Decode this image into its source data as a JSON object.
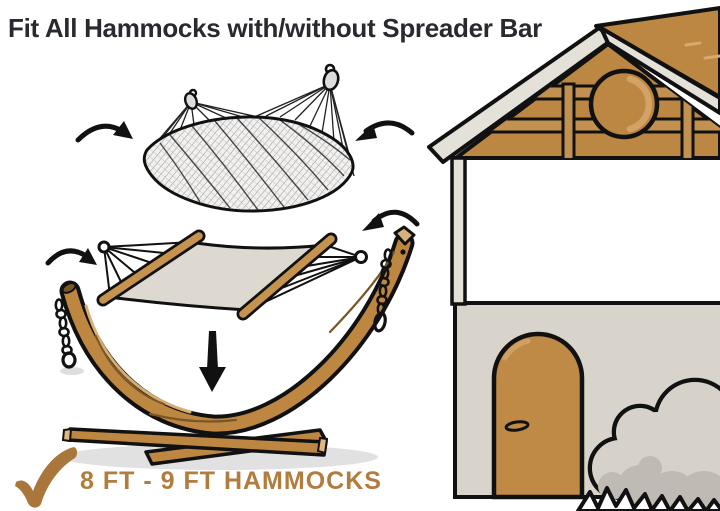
{
  "title": "Fit All Hammocks with/without Spreader Bar",
  "badge": {
    "icon": "checkmark-icon",
    "label": "8 FT - 9 FT HAMMOCKS"
  },
  "graphics": {
    "hammock_without_spreader": "rope hammock without spreader bar",
    "hammock_with_spreader": "hammock with spreader bars",
    "stand": "wooden arc hammock stand with chains",
    "house": "house with timber-framed gable, round window, arched door and bush"
  },
  "colors": {
    "title_text": "#29292f",
    "accent_brown": "#b17c3e",
    "wood_tan": "#bd8742",
    "wood_dark": "#7a5526",
    "wood_highlight": "#d9ad6f",
    "fabric_beige": "#ddd9d0",
    "wall_gray": "#d8d4cb",
    "trim_gray": "#e4e1d9",
    "bush_gray": "#d6d2c9",
    "bush_shadow": "#bfbab3",
    "outline_black": "#111111",
    "background": "#ffffff"
  }
}
